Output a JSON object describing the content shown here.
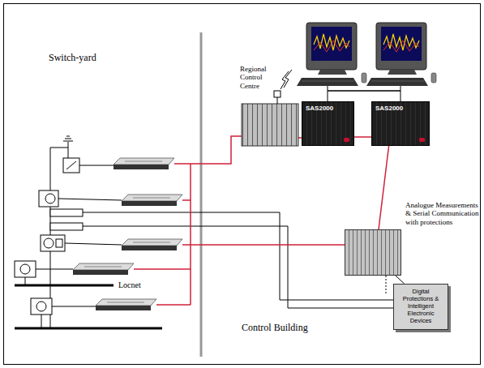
{
  "diagram": {
    "nodes": [
      {
        "text": [
          "SAS2000"
        ]
      },
      {
        "text": [
          "SAS2000"
        ]
      },
      {
        "text": [
          "Analogue Measurements & Serial Communication with protections"
        ]
      },
      {
        "text": [
          "Digital Protections & Intelligent Electronic Devices"
        ]
      }
    ],
    "edges": [
      {
        "from": 0,
        "to": 1,
        "arrow": "none"
      },
      {
        "from": 1,
        "to": 2,
        "arrow": "none"
      },
      {
        "from": 2,
        "to": 3,
        "arrow": "none"
      }
    ],
    "labels": [
      "Switch-yard",
      "Regional Control Centre",
      "Control Building",
      "Locnet"
    ]
  }
}
